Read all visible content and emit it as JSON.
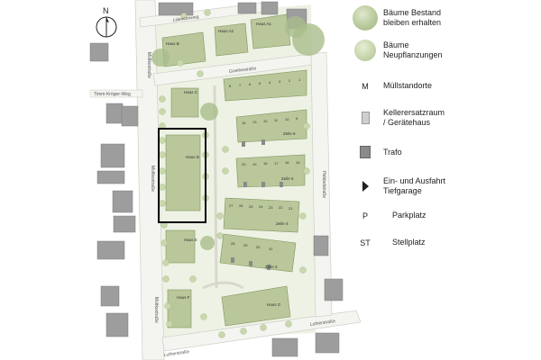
{
  "north_arrow": {
    "letter": "N"
  },
  "streets": {
    "lilienweg": "Lilienconweg",
    "goethestrasse": "Goethestraße",
    "timm_kroeger_weg": "Timm-Kröger-Weg",
    "moltkestrasse_top": "Moltkestraße",
    "moltkestrasse_mid": "Moltkestraße",
    "moltkestrasse_bottom": "Moltkestraße",
    "lutherstrasse_bottom": "Lutherstraße",
    "lutherstrasse_right": "Lutherstraße",
    "hebbelstrasse": "Hebbelstraße"
  },
  "houses": {
    "haus_b": "Haus B",
    "haus_a2": "Haus A2",
    "haus_a1": "Haus A1",
    "haus_c": "Haus C",
    "haus_d": "Haus D",
    "haus_e": "Haus E",
    "haus_f": "Haus F",
    "haus_g": "Haus G"
  },
  "rows": {
    "zeile_6": "Zeile 6",
    "zeile_5": "Zeile 5",
    "zeile_4": "Zeile 4",
    "zeile_3": "Zeile 3"
  },
  "units": {
    "row1": [
      "8",
      "7",
      "6",
      "5",
      "4",
      "3",
      "2",
      "1"
    ],
    "row2": [
      "14",
      "13",
      "12",
      "11",
      "10",
      "9"
    ],
    "row3": [
      "20",
      "19",
      "18",
      "17",
      "16",
      "15"
    ],
    "row4": [
      "27",
      "26",
      "25",
      "24",
      "23",
      "22",
      "21"
    ],
    "row5": [
      "28",
      "29",
      "30",
      "31"
    ]
  },
  "legend": [
    {
      "symbol": "tree-big-icon",
      "label": "Bäume Bestand\nbleiben erhalten"
    },
    {
      "symbol": "tree-new-icon",
      "label": "Bäume\nNeupflanzungen"
    },
    {
      "symbol": "M",
      "label": "Müllstandorte"
    },
    {
      "symbol": "storage-icon",
      "label": "Kellerersatzraum\n/ Gerätehaus"
    },
    {
      "symbol": "trafo-icon",
      "label": "Trafo"
    },
    {
      "symbol": "garage-icon",
      "label": "Ein- und Ausfahrt\nTiefgarage"
    },
    {
      "symbol": "P",
      "label": "Parkplatz"
    },
    {
      "symbol": "ST",
      "label": "Stellplatz"
    }
  ],
  "colors": {
    "building_green": "#b9c79a",
    "building_dark_green": "#8ea56c",
    "neighbor_grey": "#9a9a9a",
    "street_grey": "#f2f2ee",
    "lawn": "#e4ead6",
    "highlight_border": "#000000"
  }
}
